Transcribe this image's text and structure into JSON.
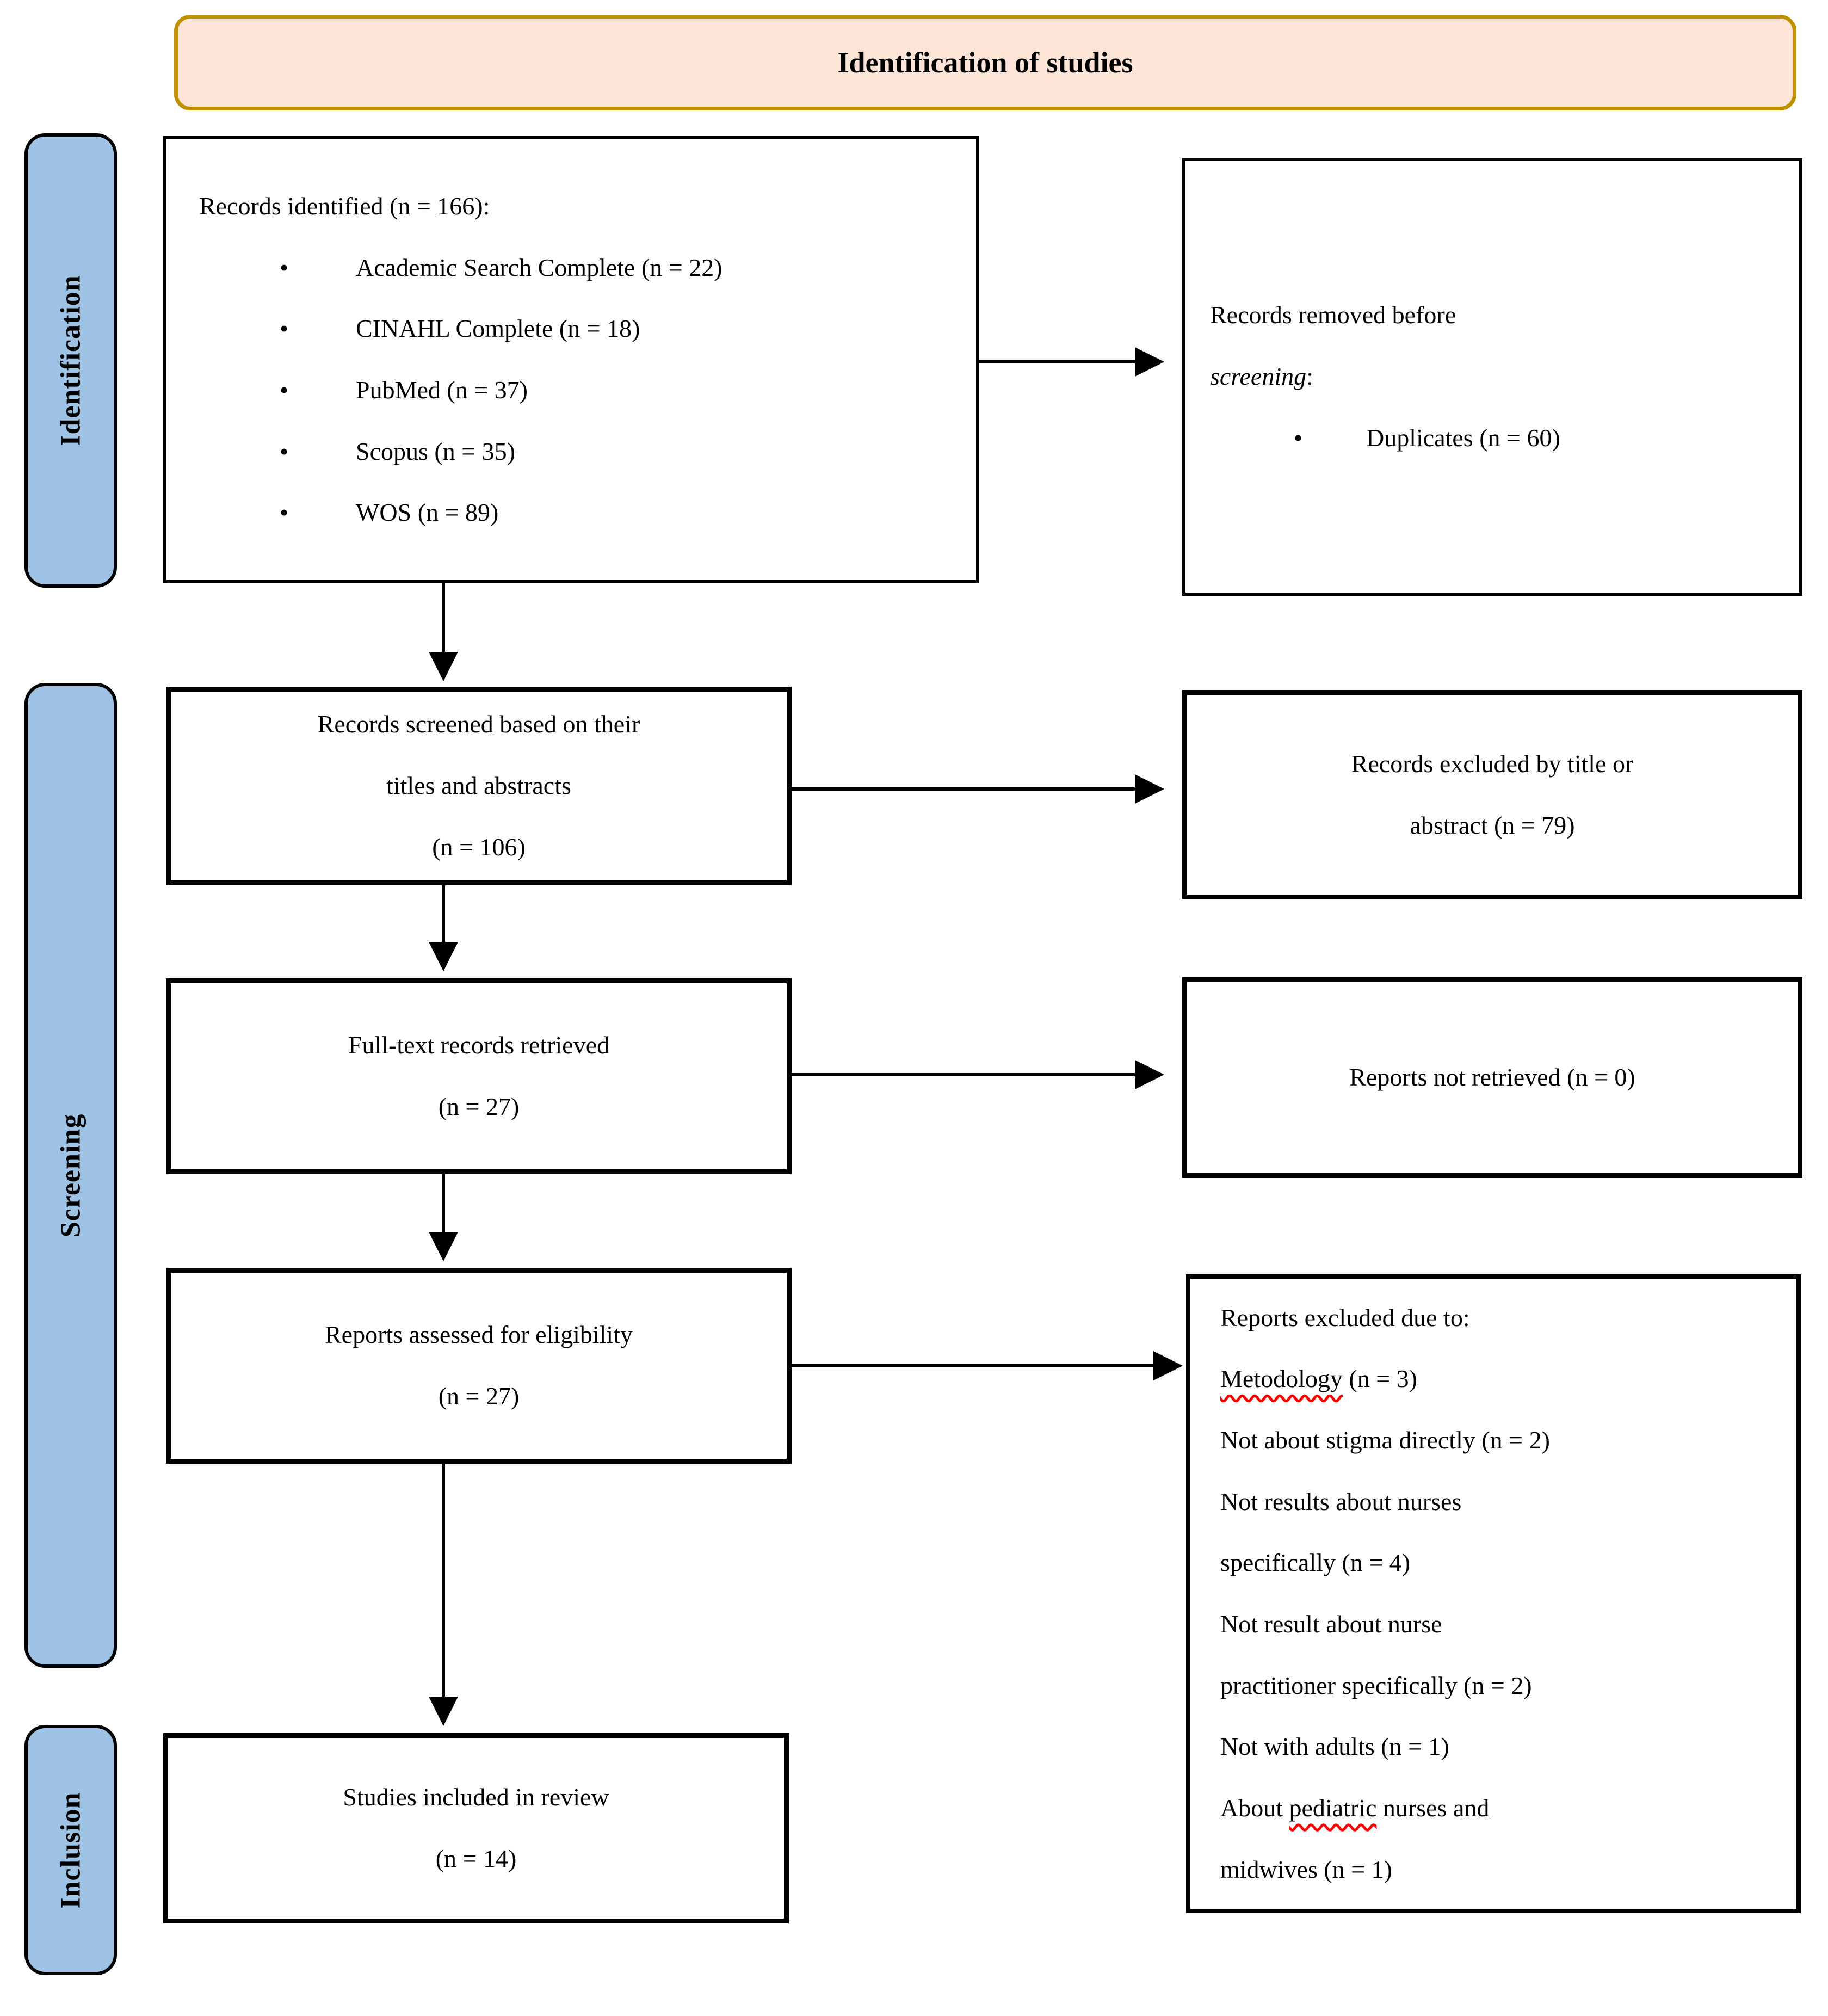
{
  "header": {
    "title": "Identification of studies"
  },
  "stages": [
    {
      "label": "Identification"
    },
    {
      "label": "Screening"
    },
    {
      "label": "Inclusion"
    }
  ],
  "colors": {
    "banner_fill": "#FCE4D6",
    "banner_border": "#BF9000",
    "stage_fill": "#9EC3E5",
    "spellcheck_underline": "#FF0000"
  },
  "boxes": {
    "identified": {
      "intro": "Records identified (n = 166):",
      "bullets": [
        "Academic Search Complete (n = 22)",
        "CINAHL Complete (n = 18)",
        "PubMed (n = 37)",
        "Scopus (n = 35)",
        "WOS (n = 89)"
      ]
    },
    "removed": {
      "line1": "Records removed before",
      "line2_italic": "screening",
      "line2_rest": ":",
      "bullet": "Duplicates (n = 60)"
    },
    "screened": {
      "lines": [
        "Records screened based on their",
        "titles and abstracts",
        "(n = 106)"
      ]
    },
    "excluded_title_abstract": {
      "lines": [
        "Records excluded by title or",
        "abstract (n = 79)"
      ]
    },
    "fulltext": {
      "lines": [
        "Full-text records retrieved",
        "(n = 27)"
      ]
    },
    "not_retrieved": {
      "lines": [
        "Reports not retrieved (n = 0)"
      ]
    },
    "assessed": {
      "lines": [
        "Reports assessed for eligibility",
        "(n = 27)"
      ]
    },
    "excluded_reasons": {
      "l1": "Reports excluded due to:",
      "l2_wavy": "Metodology",
      "l2_rest": " (n = 3)",
      "l3": "Not about stigma directly (n = 2)",
      "l4": "Not results about nurses",
      "l5": "specifically (n = 4)",
      "l6": "Not result about nurse",
      "l7": "practitioner specifically (n = 2)",
      "l8": "Not with adults (n = 1)",
      "l9_pre": "About ",
      "l9_wavy": "pediatric",
      "l9_rest": " nurses and",
      "l10": "midwives (n = 1)"
    },
    "included": {
      "lines": [
        "Studies included in review",
        "(n = 14)"
      ]
    }
  }
}
